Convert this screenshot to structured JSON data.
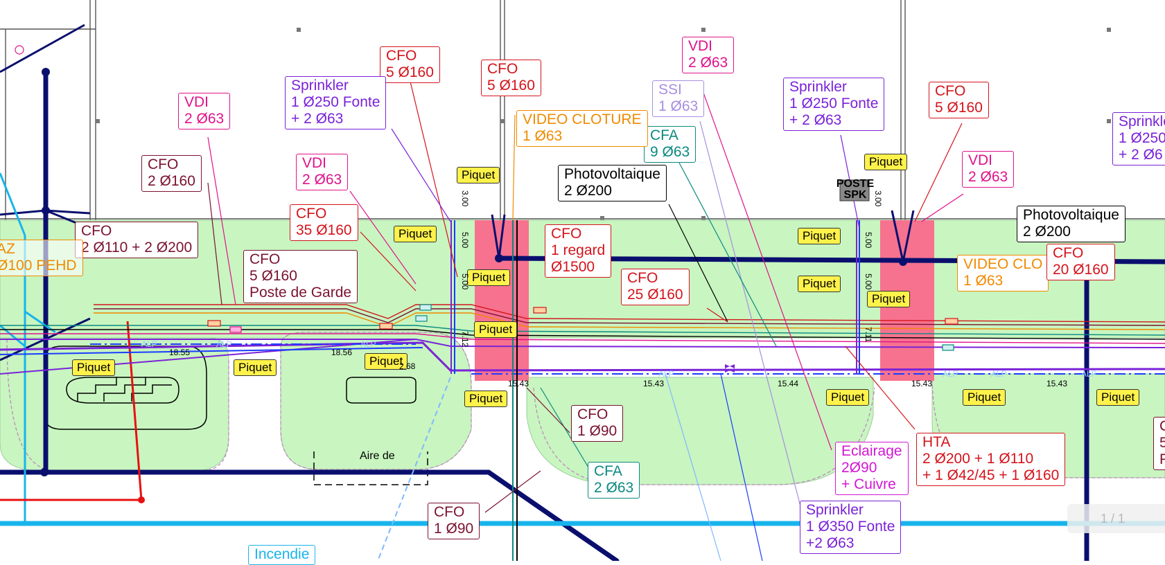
{
  "labels": {
    "cfo_5_160_a": "CFO\n5 Ø160",
    "cfo_5_160_b": "CFO\n5 Ø160",
    "cfo_5_160_c": "CFO\n5 Ø160",
    "vdi_2_63_top": "VDI\n2 Ø63",
    "vdi_2_63_left": "VDI\n2 Ø63",
    "vdi_2_63_mid": "VDI\n2 Ø63",
    "vdi_2_63_right": "VDI\n2 Ø63",
    "sprinkler_left": "Sprinkler\n1 Ø250 Fonte\n+ 2 Ø63",
    "sprinkler_right": "Sprinkler\n1 Ø250 Fonte\n+ 2 Ø63",
    "sprinkler_edge": "Sprinkler\n1 Ø250\n+ 2 Ø6",
    "sprinkler_bottom": "Sprinkler\n1 Ø350 Fonte\n+2 Ø63",
    "ssi": "SSI\n1 Ø63",
    "cfa_9": "CFA\n9 Ø63",
    "cfa_2": "CFA\n2 Ø63",
    "video_cloture": "VIDEO CLOTURE\n1 Ø63",
    "video_cloture_2": "VIDEO CLO\n1 Ø63",
    "cfo_2_160": "CFO\n2 Ø160",
    "cfo_2_110_200": "CFO\n2 Ø110 + 2 Ø200",
    "cfo_35_160": "CFO\n35 Ø160",
    "cfo_poste_garde": "CFO\n5 Ø160\nPoste de Garde",
    "cfo_regard": "CFO\n1 regard\nØ1500",
    "cfo_25_160": "CFO\n25 Ø160",
    "cfo_20_160": "CFO\n20 Ø160",
    "cfo_1_90_a": "CFO\n1 Ø90",
    "cfo_1_90_b": "CFO\n1 Ø90",
    "photovoltaique_1": "Photovoltaique\n2 Ø200",
    "photovoltaique_2": "Photovoltaique\n2 Ø200",
    "eclairage": "Eclairage\n2Ø90\n+ Cuivre",
    "hta": "HTA\n2 Ø200 + 1 Ø110\n+ 1 Ø42/45 + 1 Ø160",
    "incendie": "Incendie",
    "az_fragment": "AZ\nØ100 PEHD",
    "edge_fragment": "C\n5\nP"
  },
  "piquet": "Piquet",
  "poste_spk": "POSTE\nSPK",
  "aire_de": "Aire de",
  "dims": {
    "d1855": "18.55",
    "d1856": "18.56",
    "d268": "2.68",
    "d1543": "15.43",
    "d1544": "15.44",
    "d300": "3.00",
    "d500": "5.00",
    "d712": "7.12",
    "d711": "7.11"
  },
  "alp": "ALP",
  "pager": "1 / 1",
  "colors": {
    "cfo": "#d4141c",
    "vdi": "#e0128a",
    "sprinkler": "#7a22d8",
    "ssi": "#a88ee0",
    "cfa": "#0a8a80",
    "video": "#f08a00",
    "cfo_dark": "#7a1230",
    "black": "#000000",
    "eclairage": "#d416d4",
    "network_navy": "#0a0f6e",
    "water_cyan": "#18b4ec",
    "green_zone": "#c8f5c0",
    "pink_zone": "#f7728e",
    "piquet_yellow": "#fff24a"
  }
}
